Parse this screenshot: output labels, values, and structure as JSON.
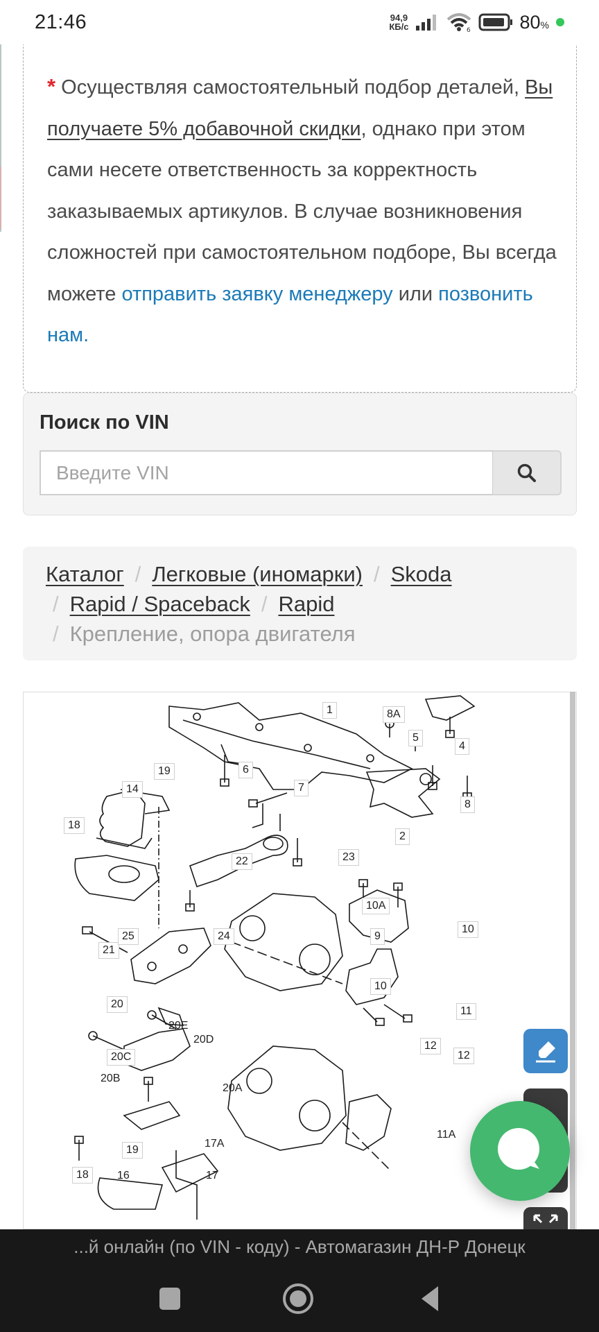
{
  "status_bar": {
    "time": "21:46",
    "net_speed_value": "94,9",
    "net_speed_unit": "КБ/с",
    "wifi_badge": "6",
    "battery_percent": "80",
    "battery_percent_sign": "%"
  },
  "notice": {
    "asterisk": "*",
    "text_1": " Осуществляя самостоятельный подбор деталей, ",
    "discount_link": "Вы получаете 5% добавочной скидки",
    "text_2": ", однако при этом сами несете ответственность за корректность заказываемых артикулов. В случае возникновения сложностей при самостоятельном подборе, Вы всегда можете ",
    "manager_link": "отправить заявку менеджеру",
    "text_3": " или ",
    "call_link": "позвонить нам."
  },
  "vin_search": {
    "title": "Поиск по VIN",
    "placeholder": "Введите VIN",
    "value": "",
    "search_icon": "search-icon"
  },
  "breadcrumb": {
    "items": [
      {
        "label": "Каталог"
      },
      {
        "label": "Легковые (иномарки)"
      },
      {
        "label": "Skoda"
      },
      {
        "label": "Rapid / Spaceback"
      },
      {
        "label": "Rapid"
      }
    ],
    "separator": "/",
    "current": "Крепление, опора двигателя"
  },
  "diagram": {
    "callouts": [
      "1",
      "2",
      "4",
      "5",
      "6",
      "7",
      "8",
      "8A",
      "9",
      "10",
      "10",
      "10A",
      "11",
      "11A",
      "12",
      "12",
      "14",
      "16",
      "17",
      "17A",
      "18",
      "18",
      "19",
      "19",
      "20",
      "20A",
      "20B",
      "20C",
      "20D",
      "20E",
      "21",
      "22",
      "23",
      "24",
      "25"
    ]
  },
  "floating": {
    "edit_icon": "highlighter-icon",
    "chat_icon": "chat-bubble-icon",
    "expand_icon": "expand-icon"
  },
  "browser": {
    "page_title": "...й онлайн (по VIN - коду) - Автомагазин ДН-Р Донецк"
  },
  "colors": {
    "link_blue": "#1b7ab8",
    "asterisk_red": "#e0272d",
    "chat_green": "#44b86f",
    "edit_blue": "#3f88c9"
  }
}
